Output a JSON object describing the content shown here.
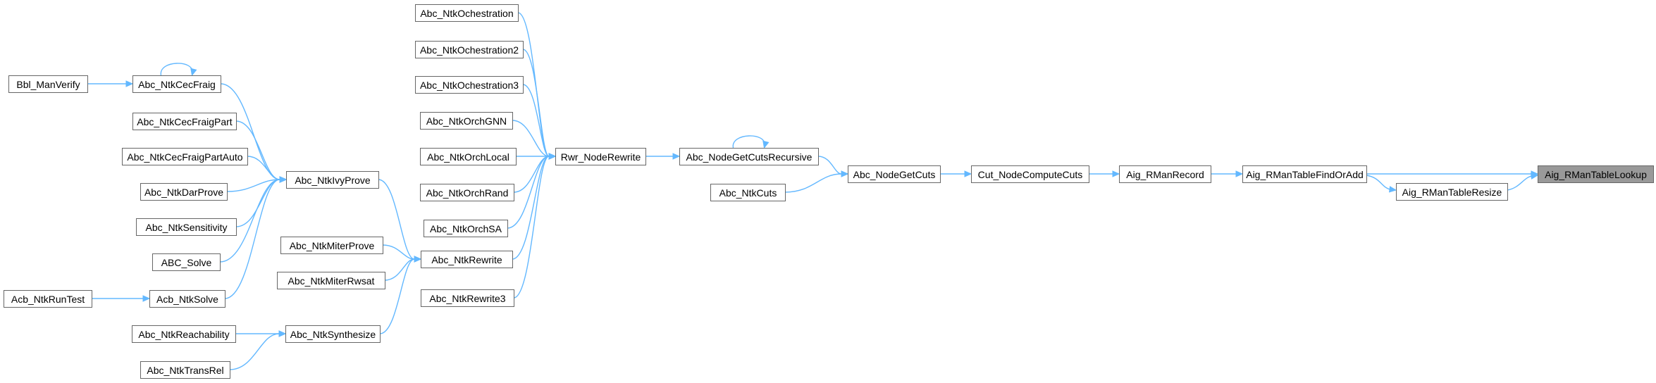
{
  "graph": {
    "focus_node": "n_lookup",
    "nodes": [
      {
        "id": "n_lookup",
        "label": "Aig_RManTableLookup"
      },
      {
        "id": "n_findoradd",
        "label": "Aig_RManTableFindOrAdd"
      },
      {
        "id": "n_resize",
        "label": "Aig_RManTableResize"
      },
      {
        "id": "n_record",
        "label": "Aig_RManRecord"
      },
      {
        "id": "n_cutnode",
        "label": "Cut_NodeComputeCuts"
      },
      {
        "id": "n_getcuts",
        "label": "Abc_NodeGetCuts"
      },
      {
        "id": "n_getcutsrec",
        "label": "Abc_NodeGetCutsRecursive"
      },
      {
        "id": "n_ntkcuts",
        "label": "Abc_NtkCuts"
      },
      {
        "id": "n_rwrnode",
        "label": "Rwr_NodeRewrite"
      },
      {
        "id": "n_orch1",
        "label": "Abc_NtkOchestration"
      },
      {
        "id": "n_orch2",
        "label": "Abc_NtkOchestration2"
      },
      {
        "id": "n_orch3",
        "label": "Abc_NtkOchestration3"
      },
      {
        "id": "n_orchgnn",
        "label": "Abc_NtkOrchGNN"
      },
      {
        "id": "n_orchlocal",
        "label": "Abc_NtkOrchLocal"
      },
      {
        "id": "n_orchrand",
        "label": "Abc_NtkOrchRand"
      },
      {
        "id": "n_orchsa",
        "label": "Abc_NtkOrchSA"
      },
      {
        "id": "n_rewrite",
        "label": "Abc_NtkRewrite"
      },
      {
        "id": "n_rewrite3",
        "label": "Abc_NtkRewrite3"
      },
      {
        "id": "n_ivyprove",
        "label": "Abc_NtkIvyProve"
      },
      {
        "id": "n_miterprove",
        "label": "Abc_NtkMiterProve"
      },
      {
        "id": "n_miterrwsat",
        "label": "Abc_NtkMiterRwsat"
      },
      {
        "id": "n_synth",
        "label": "Abc_NtkSynthesize"
      },
      {
        "id": "n_cecfraig",
        "label": "Abc_NtkCecFraig"
      },
      {
        "id": "n_cecfraigpart",
        "label": "Abc_NtkCecFraigPart"
      },
      {
        "id": "n_cecfraigpartauto",
        "label": "Abc_NtkCecFraigPartAuto"
      },
      {
        "id": "n_darprove",
        "label": "Abc_NtkDarProve"
      },
      {
        "id": "n_sens",
        "label": "Abc_NtkSensitivity"
      },
      {
        "id": "n_abcsolve",
        "label": "ABC_Solve"
      },
      {
        "id": "n_acbsolve",
        "label": "Acb_NtkSolve"
      },
      {
        "id": "n_reach",
        "label": "Abc_NtkReachability"
      },
      {
        "id": "n_transrel",
        "label": "Abc_NtkTransRel"
      },
      {
        "id": "n_bblverify",
        "label": "Bbl_ManVerify"
      },
      {
        "id": "n_acbruntest",
        "label": "Acb_NtkRunTest"
      }
    ],
    "edges": [
      {
        "from": "n_findoradd",
        "to": "n_lookup"
      },
      {
        "from": "n_resize",
        "to": "n_lookup"
      },
      {
        "from": "n_findoradd",
        "to": "n_resize"
      },
      {
        "from": "n_record",
        "to": "n_findoradd"
      },
      {
        "from": "n_cutnode",
        "to": "n_record"
      },
      {
        "from": "n_getcuts",
        "to": "n_cutnode"
      },
      {
        "from": "n_getcutsrec",
        "to": "n_getcuts"
      },
      {
        "from": "n_ntkcuts",
        "to": "n_getcuts"
      },
      {
        "from": "n_getcutsrec",
        "to": "n_getcutsrec"
      },
      {
        "from": "n_rwrnode",
        "to": "n_getcutsrec"
      },
      {
        "from": "n_orch1",
        "to": "n_rwrnode"
      },
      {
        "from": "n_orch2",
        "to": "n_rwrnode"
      },
      {
        "from": "n_orch3",
        "to": "n_rwrnode"
      },
      {
        "from": "n_orchgnn",
        "to": "n_rwrnode"
      },
      {
        "from": "n_orchlocal",
        "to": "n_rwrnode"
      },
      {
        "from": "n_orchrand",
        "to": "n_rwrnode"
      },
      {
        "from": "n_orchsa",
        "to": "n_rwrnode"
      },
      {
        "from": "n_rewrite",
        "to": "n_rwrnode"
      },
      {
        "from": "n_rewrite3",
        "to": "n_rwrnode"
      },
      {
        "from": "n_ivyprove",
        "to": "n_rewrite"
      },
      {
        "from": "n_miterprove",
        "to": "n_rewrite"
      },
      {
        "from": "n_miterrwsat",
        "to": "n_rewrite"
      },
      {
        "from": "n_synth",
        "to": "n_rewrite"
      },
      {
        "from": "n_cecfraig",
        "to": "n_ivyprove"
      },
      {
        "from": "n_cecfraigpart",
        "to": "n_ivyprove"
      },
      {
        "from": "n_cecfraigpartauto",
        "to": "n_ivyprove"
      },
      {
        "from": "n_darprove",
        "to": "n_ivyprove"
      },
      {
        "from": "n_sens",
        "to": "n_ivyprove"
      },
      {
        "from": "n_abcsolve",
        "to": "n_ivyprove"
      },
      {
        "from": "n_acbsolve",
        "to": "n_ivyprove"
      },
      {
        "from": "n_cecfraig",
        "to": "n_cecfraig"
      },
      {
        "from": "n_bblverify",
        "to": "n_cecfraig"
      },
      {
        "from": "n_acbruntest",
        "to": "n_acbsolve"
      },
      {
        "from": "n_reach",
        "to": "n_synth"
      },
      {
        "from": "n_transrel",
        "to": "n_synth"
      }
    ]
  }
}
